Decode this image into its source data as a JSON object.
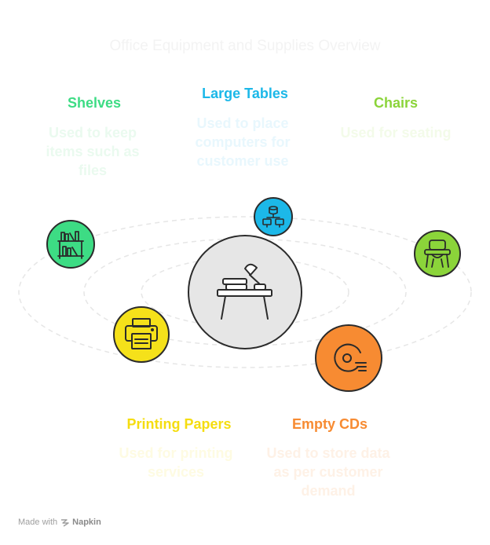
{
  "title": "Office Equipment and Supplies Overview",
  "colors": {
    "shelves": "#3ddc84",
    "large_tables": "#1cb8e8",
    "chairs": "#8bd43a",
    "printing_papers": "#f5e11a",
    "empty_cds": "#f78b32",
    "center": "#e6e6e6",
    "orbit": "#e8e8e8"
  },
  "items": {
    "shelves": {
      "label": "Shelves",
      "desc": [
        "Used to keep",
        "items such as",
        "files"
      ],
      "icon": "bookshelf-icon"
    },
    "large_tables": {
      "label": "Large Tables",
      "desc": [
        "Used to place",
        "computers for",
        "customer use"
      ],
      "icon": "network-computers-icon"
    },
    "chairs": {
      "label": "Chairs",
      "desc": [
        "Used for seating"
      ],
      "icon": "chair-icon"
    },
    "printing_papers": {
      "label": "Printing Papers",
      "desc": [
        "Used for printing",
        "services"
      ],
      "icon": "printer-icon"
    },
    "empty_cds": {
      "label": "Empty CDs",
      "desc": [
        "Used to store data",
        "as per customer",
        "demand"
      ],
      "icon": "cd-disc-icon"
    }
  },
  "center": {
    "icon": "desk-lamp-books-icon"
  },
  "footer": {
    "made_with": "Made with",
    "brand": "Napkin",
    "icon": "napkin-logo-icon"
  }
}
